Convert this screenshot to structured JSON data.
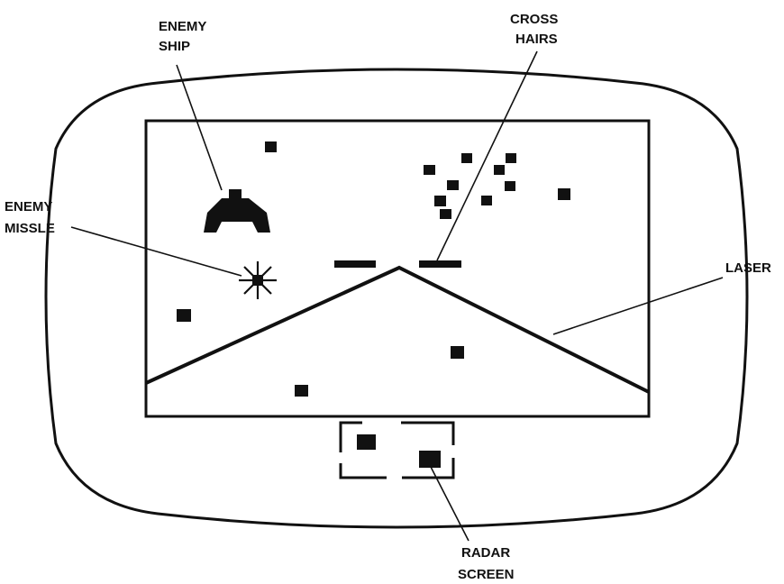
{
  "labels": {
    "enemy_ship": [
      "ENEMY",
      "SHIP"
    ],
    "cross_hairs": [
      "CROSS",
      "HAIRS"
    ],
    "enemy_missle": [
      "ENEMY",
      "MISSLE"
    ],
    "laser": "LASER",
    "radar_screen": [
      "RADAR",
      "SCREEN"
    ]
  },
  "colors": {
    "ink": "#111111",
    "background": "#ffffff"
  },
  "icons": {
    "enemy_ship": "enemy-ship-icon",
    "enemy_missle": "enemy-missile-icon",
    "cross_hairs": "crosshair-bars",
    "radar_blip": "radar-blip-square"
  }
}
